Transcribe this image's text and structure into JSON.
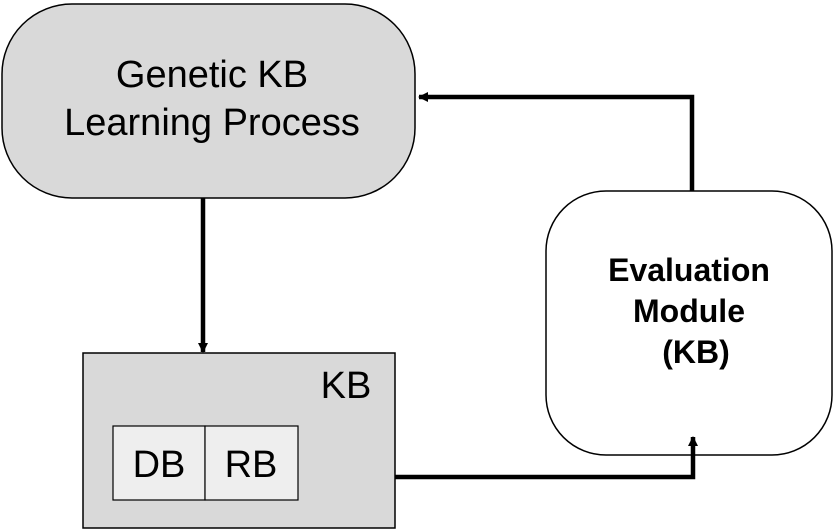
{
  "diagram": {
    "process_box": {
      "line1": "Genetic KB",
      "line2": "Learning Process"
    },
    "evaluation_box": {
      "line1": "Evaluation",
      "line2": "Module",
      "line3": "(KB)"
    },
    "kb_box": {
      "label": "KB",
      "db_label": "DB",
      "rb_label": "RB"
    }
  },
  "colors": {
    "gray_fill": "#d9d9d9",
    "inner_fill": "#eeeeee",
    "white_fill": "#ffffff",
    "stroke": "#000000"
  }
}
